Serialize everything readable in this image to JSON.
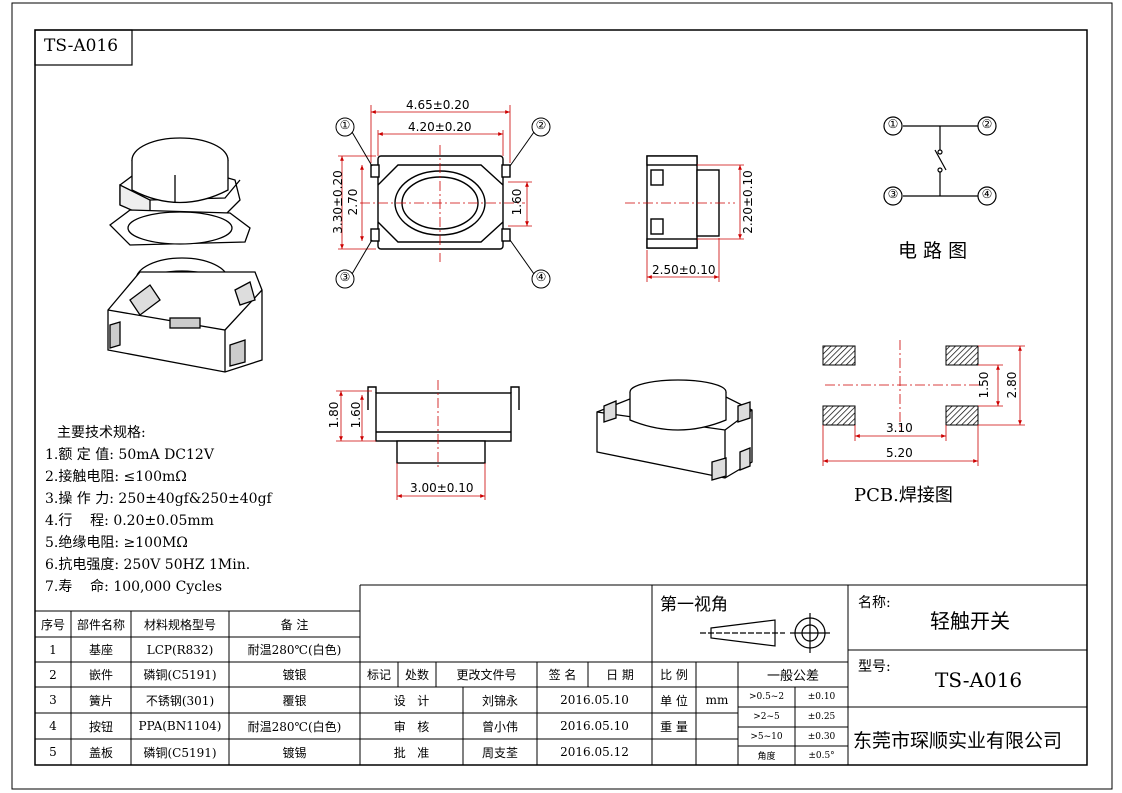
{
  "drawing_no_box": "TS-A016",
  "top_view": {
    "dim_outer_w": "4.65±0.20",
    "dim_inner_w": "4.20±0.20",
    "dim_h_total": "3.30±0.20",
    "dim_h_inner": "2.70",
    "dim_pad": "1.60",
    "pins": [
      "①",
      "②",
      "③",
      "④"
    ]
  },
  "side_view": {
    "dim_h": "2.20±0.10",
    "dim_w": "2.50±0.10"
  },
  "front_view": {
    "dim_h1": "1.80",
    "dim_h2": "1.60",
    "dim_w": "3.00±0.10"
  },
  "circuit": {
    "title": "电 路 图",
    "pins": [
      "①",
      "②",
      "③",
      "④"
    ]
  },
  "pcb": {
    "title": "PCB.焊接图",
    "dim_h_inner": "1.50",
    "dim_h_outer": "2.80",
    "dim_w_inner": "3.10",
    "dim_w_outer": "5.20"
  },
  "specs": {
    "heading": "主要技术规格:",
    "items": [
      "1.额 定 值: 50mA DC12V",
      "2.接触电阻: ≤100mΩ",
      "3.操 作 力: 250±40gf&250±40gf",
      "4.行    程: 0.20±0.05mm",
      "5.绝缘电阻: ≥100MΩ",
      "6.抗电强度: 250V 50HZ 1Min.",
      "7.寿    命: 100,000 Cycles"
    ]
  },
  "parts_table": {
    "headers": [
      "序号",
      "部件名称",
      "材料规格型号",
      "备   注"
    ],
    "rows": [
      [
        "1",
        "基座",
        "LCP(R832)",
        "耐温280℃(白色)"
      ],
      [
        "2",
        "嵌件",
        "磷铜(C5191)",
        "镀银"
      ],
      [
        "3",
        "簧片",
        "不锈钢(301)",
        "覆银"
      ],
      [
        "4",
        "按钮",
        "PPA(BN1104)",
        "耐温280℃(白色)"
      ],
      [
        "5",
        "盖板",
        "磷铜(C5191)",
        "镀锡"
      ]
    ]
  },
  "revision": {
    "headers": [
      "标记",
      "处数",
      "更改文件号",
      "签 名",
      "日 期"
    ],
    "rows": [
      [
        "设   计",
        "刘锦永",
        "2016.05.10"
      ],
      [
        "审   核",
        "曾小伟",
        "2016.05.10"
      ],
      [
        "批   准",
        "周支荃",
        "2016.05.12"
      ]
    ]
  },
  "projection": {
    "label": "第一视角"
  },
  "scale": {
    "label": "比 例",
    "unit_label": "单 位",
    "unit": "mm",
    "weight_label": "重 量"
  },
  "tolerance": {
    "title": "一般公差",
    "rows": [
      [
        ">0.5~2",
        "±0.10"
      ],
      [
        ">2~5",
        "±0.25"
      ],
      [
        ">5~10",
        "±0.30"
      ],
      [
        "角度",
        "±0.5°"
      ]
    ]
  },
  "title_block": {
    "name_label": "名称:",
    "name": "轻触开关",
    "model_label": "型号:",
    "model": "TS-A016",
    "company": "东莞市琛顺实业有限公司"
  },
  "colors": {
    "dimension": "#cc0000",
    "line": "#000000"
  }
}
